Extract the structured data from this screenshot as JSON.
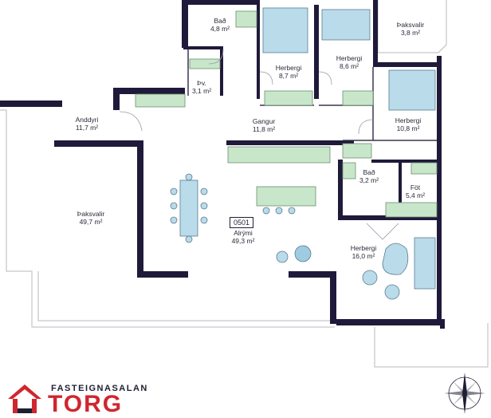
{
  "unit_number": "0501",
  "rooms": [
    {
      "id": "bad1",
      "name": "Bað",
      "area": "4,8 m²"
    },
    {
      "id": "herbergi1",
      "name": "Herbergi",
      "area": "8,7 m²"
    },
    {
      "id": "herbergi2",
      "name": "Herbergi",
      "area": "8,6 m²"
    },
    {
      "id": "thaksvalir-small",
      "name": "Þaksvalir",
      "area": "3,8 m²"
    },
    {
      "id": "thvottahus",
      "name": "Þv.",
      "area": "3,1 m²"
    },
    {
      "id": "anddyri",
      "name": "Anddyri",
      "area": "11,7 m²"
    },
    {
      "id": "gangur",
      "name": "Gangur",
      "area": "11,8 m²"
    },
    {
      "id": "herbergi3",
      "name": "Herbergi",
      "area": "10,8 m²"
    },
    {
      "id": "bad2",
      "name": "Bað",
      "area": "3,2 m²"
    },
    {
      "id": "fot",
      "name": "Föt",
      "area": "5,4 m²"
    },
    {
      "id": "thaksvalir-large",
      "name": "Þaksvalir",
      "area": "49,7 m²"
    },
    {
      "id": "alrymi",
      "name": "Alrými",
      "area": "49,3 m²"
    },
    {
      "id": "herbergi4",
      "name": "Herbergi",
      "area": "16,0 m²"
    }
  ],
  "brand": {
    "top": "FASTEIGNASALAN",
    "name": "TORG"
  },
  "colors": {
    "wall": "#1f1a3a",
    "fixture_green": "#c8e6c9",
    "furniture_blue": "#b9dbea",
    "brand_red": "#d0262d"
  },
  "icons": {
    "compass": "compass-rose-icon",
    "logo": "house-roof-logo-icon"
  }
}
